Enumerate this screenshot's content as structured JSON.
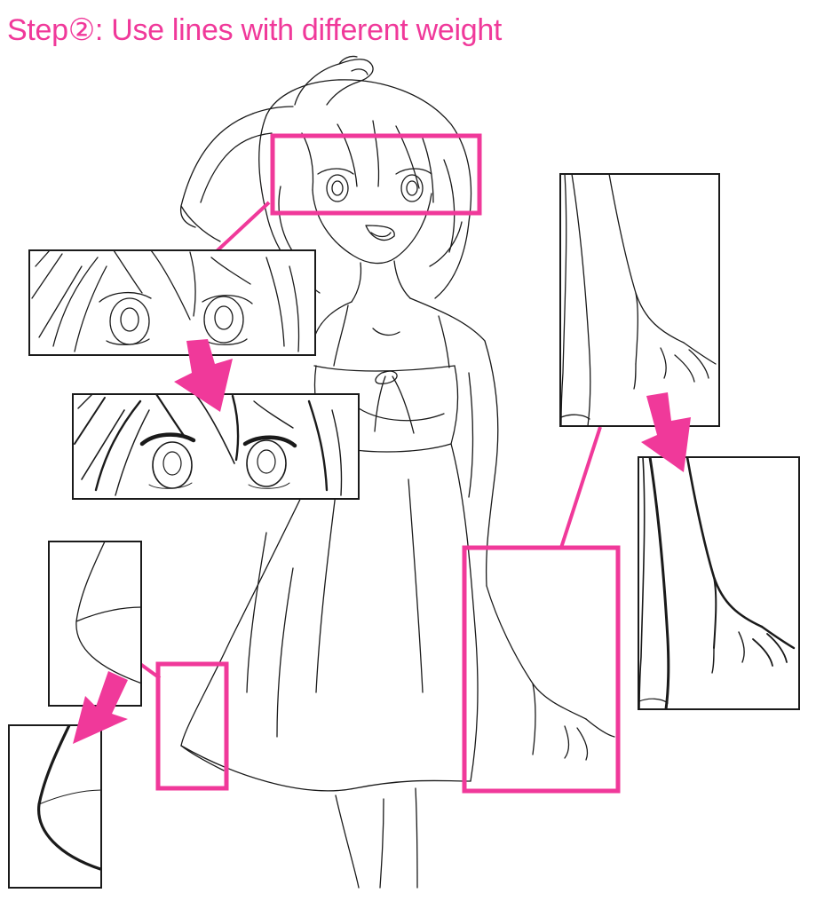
{
  "title": "Step②: Use lines with different weight",
  "colors": {
    "accent": "#f0399a",
    "line": "#1a1a1a",
    "background": "#ffffff"
  },
  "panels": [
    {
      "id": "eyes-before",
      "subject": "eyes",
      "line_weight": "uniform"
    },
    {
      "id": "eyes-after",
      "subject": "eyes",
      "line_weight": "varied"
    },
    {
      "id": "hem-before",
      "subject": "skirt-hem",
      "line_weight": "uniform"
    },
    {
      "id": "hem-after",
      "subject": "skirt-hem",
      "line_weight": "varied"
    },
    {
      "id": "arm-before",
      "subject": "arm-and-hand",
      "line_weight": "uniform"
    },
    {
      "id": "arm-after",
      "subject": "arm-and-hand",
      "line_weight": "varied"
    }
  ]
}
